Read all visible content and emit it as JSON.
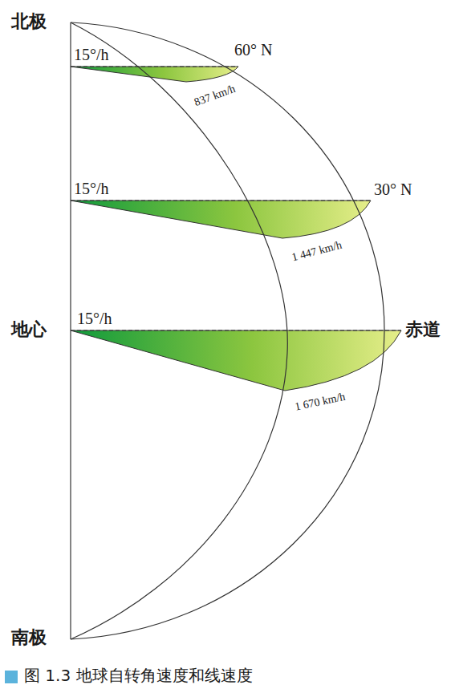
{
  "diagram": {
    "caption": "图 1.3 地球自转角速度和线速度",
    "labels": [
      "北极",
      "15°/h",
      "60° N",
      "837 km/h",
      "15°/h",
      "30° N",
      "1 447 km/h",
      "地心",
      "15°/h",
      "赤道",
      "1 670 km/h",
      "南极"
    ]
  }
}
